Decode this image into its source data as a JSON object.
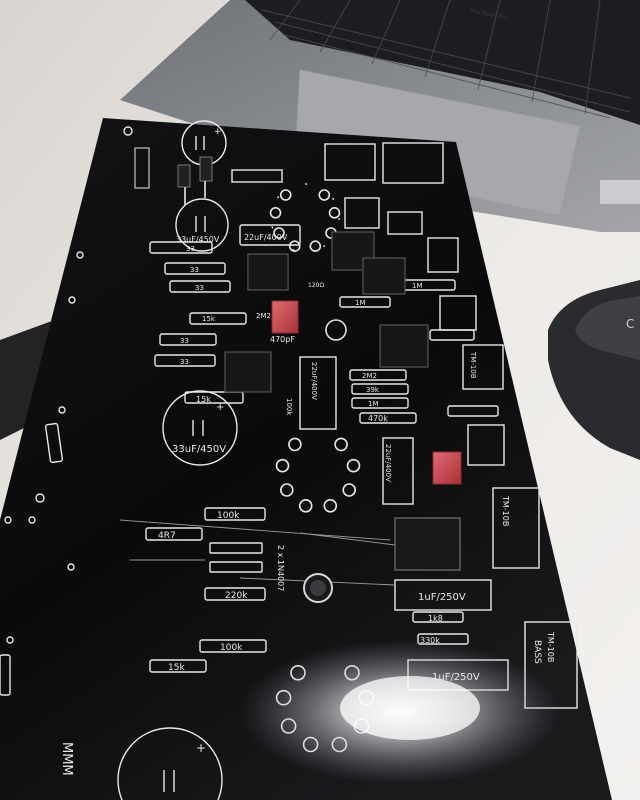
{
  "scene": {
    "colors": {
      "table": "#e9e6e3",
      "pcb": "#0c0c0e",
      "silkscreen": "#e8e8e8",
      "laptop_body": "#8b8d91",
      "keyboard": "#1c1d20",
      "trackpad": "#a6a8ac",
      "capacitor_red": "#c9444c",
      "film_cap_black": "#161616"
    },
    "laptop_brand": "MacBook Pro",
    "device_label": "C",
    "pcb_labels": {
      "cap_main": "33uF/450V",
      "cap_top": "33uF/450V",
      "cap_film_1": "22uF/400V",
      "cap_film_2": "22uF/400V",
      "cap_film_3": "22uF/400V",
      "res_470k": "470k",
      "res_4r7": "4R7",
      "res_100k_a": "100k",
      "res_100k_b": "100k",
      "res_100k_c": "100k",
      "res_220k": "220k",
      "res_15k_a": "15k",
      "res_15k_b": "15k",
      "res_15k_c": "15k",
      "res_1k8": "1k8",
      "res_330k": "330k",
      "res_33_a": "33",
      "res_33_b": "33",
      "res_33_c": "33",
      "res_33_d": "33",
      "res_33_e": "33",
      "res_2m2_a": "2M2",
      "res_2m2_b": "2M2",
      "res_1m_a": "1M",
      "res_1m_b": "1M",
      "res_1m_c": "1M",
      "res_39k": "39k",
      "res_120": "120Ω",
      "cap_470pf": "470pF",
      "diodes": "2 x 1N4007",
      "cap_1uf_a": "1uF/250V",
      "cap_1uf_b": "1uF/250V",
      "pot_1": "TM-10B",
      "pot_2": "TM-10B",
      "pot_3": "TM-10B",
      "pot_4": "BASS",
      "mmm": "MMM"
    }
  }
}
